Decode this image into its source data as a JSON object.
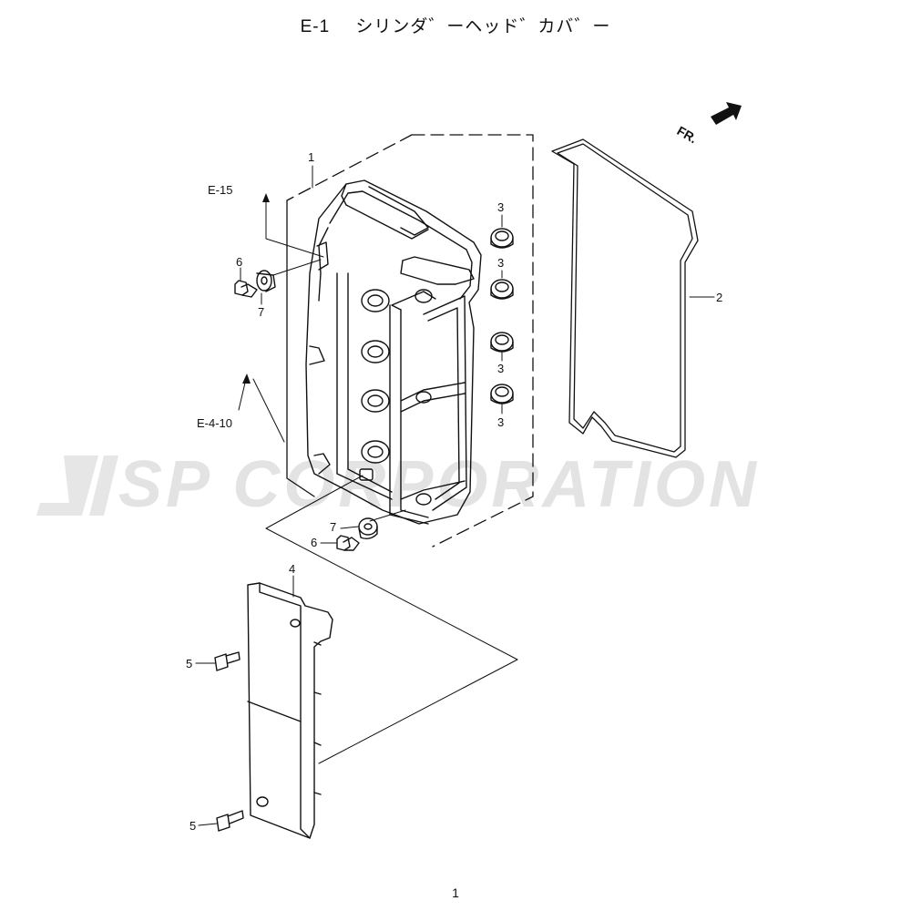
{
  "header": {
    "code": "E-1",
    "name": "シリンダ゛ーヘッド゛カバ゛ー"
  },
  "watermark": {
    "text": "JSP CORPORATION",
    "color": "#e3e3e3"
  },
  "direction": {
    "label": "FR."
  },
  "callouts": {
    "p1": "1",
    "p2": "2",
    "p3a": "3",
    "p3b": "3",
    "p3c": "3",
    "p3d": "3",
    "p4": "4",
    "p5a": "5",
    "p5b": "5",
    "p6a": "6",
    "p6b": "6",
    "p7a": "7",
    "p7b": "7"
  },
  "references": {
    "r1": "E-15",
    "r2": "E-4-10"
  },
  "footer": {
    "page": "1"
  }
}
